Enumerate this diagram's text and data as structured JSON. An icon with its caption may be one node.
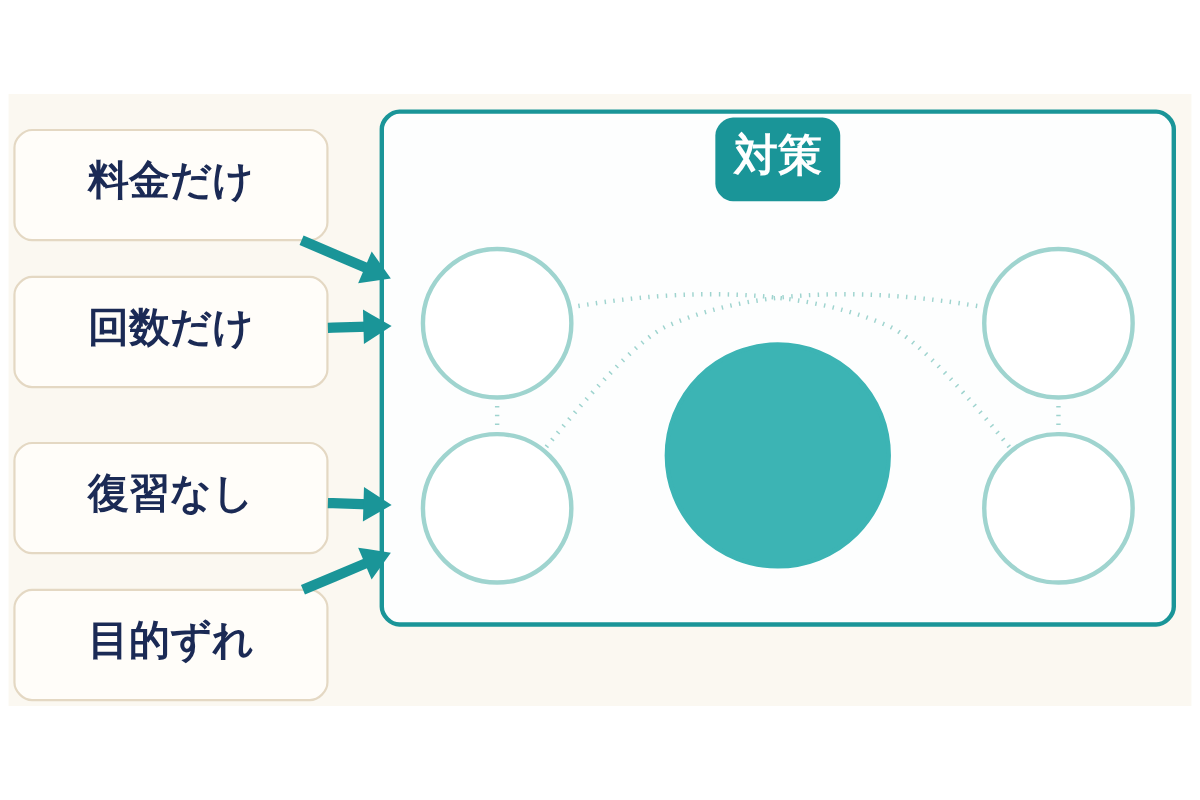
{
  "diagram": {
    "nodes": [
      {
        "text": [
          "料金だけ"
        ]
      },
      {
        "text": [
          "回数だけ"
        ]
      },
      {
        "text": [
          "復習なし"
        ]
      },
      {
        "text": [
          "目的ずれ"
        ]
      },
      {
        "text": [
          "対策"
        ]
      },
      {
        "text": [],
        "shape": "circle",
        "in": 4
      },
      {
        "text": [],
        "shape": "circle",
        "in": 4
      },
      {
        "text": [],
        "shape": "circle",
        "in": 4
      },
      {
        "text": [],
        "shape": "circle",
        "in": 4
      },
      {
        "text": [],
        "shape": "circle",
        "in": 4
      }
    ],
    "edges": [
      {
        "from": 0,
        "to": 4,
        "arrow": "to",
        "style": "thick"
      },
      {
        "from": 1,
        "to": 4,
        "arrow": "to",
        "style": "thick"
      },
      {
        "from": 2,
        "to": 4,
        "arrow": "to",
        "style": "thick"
      },
      {
        "from": 3,
        "to": 4,
        "arrow": "to",
        "style": "thick"
      },
      {
        "from": 5,
        "to": 6,
        "arrow": "none",
        "style": "dashed",
        "color": "#9fd4cf"
      },
      {
        "from": 6,
        "to": 9,
        "arrow": "none",
        "style": "dashed",
        "color": "#9fd4cf"
      },
      {
        "from": 9,
        "to": 8,
        "arrow": "none",
        "style": "dashed",
        "color": "#9fd4cf"
      },
      {
        "from": 8,
        "to": 5,
        "arrow": "none",
        "style": "dashed",
        "color": "#9fd4cf"
      }
    ]
  }
}
